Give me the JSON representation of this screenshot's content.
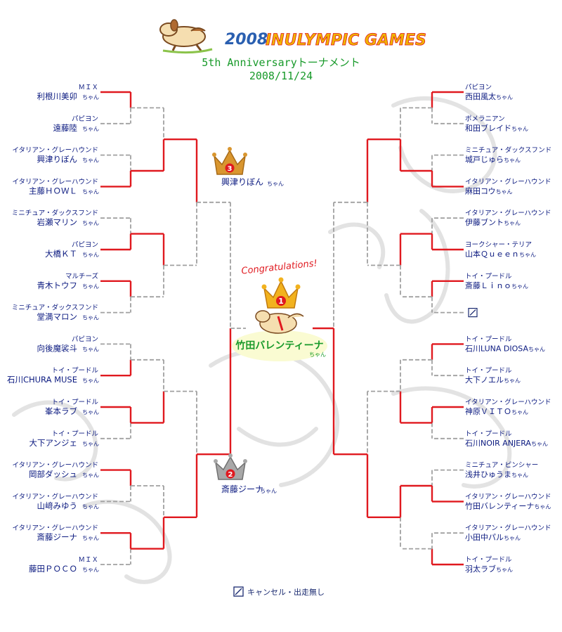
{
  "header": {
    "year": "2008",
    "games_title": "INULYMPIC GAMES",
    "subtitle": "5th Anniversaryトーナメント",
    "date": "2008/11/24"
  },
  "colors": {
    "winner_line": "#e0191f",
    "loser_line": "#a0a0a0",
    "name_text": "#0b1a80",
    "title_green": "#189a2a",
    "logo_blue": "#2a5fb0",
    "logo_yellow": "#f0b400",
    "logo_red": "#e0191f",
    "congrats_red": "#e0191f",
    "gold_crown": "#e6a020",
    "bronze_crown": "#c98a3a",
    "silver_crown": "#9a9a9a"
  },
  "left_entrants": [
    {
      "breed": "ＭＩＸ",
      "name": "利根川美卯",
      "suffix": "ちゃん"
    },
    {
      "breed": "パピヨン",
      "name": "遠藤陸",
      "suffix": "ちゃん"
    },
    {
      "breed": "イタリアン・グレーハウンド",
      "name": "興津りぼん",
      "suffix": "ちゃん"
    },
    {
      "breed": "イタリアン・グレーハウンド",
      "name": "主藤ＨＯＷＬ",
      "suffix": "ちゃん"
    },
    {
      "breed": "ミニチュア・ダックスフンド",
      "name": "岩瀬マリン",
      "suffix": "ちゃん"
    },
    {
      "breed": "パピヨン",
      "name": "大橋ＫＴ",
      "suffix": "ちゃん"
    },
    {
      "breed": "マルチーズ",
      "name": "青木トウフ",
      "suffix": "ちゃん"
    },
    {
      "breed": "ミニチュア・ダックスフンド",
      "name": "堂満マロン",
      "suffix": "ちゃん"
    },
    {
      "breed": "パピヨン",
      "name": "向後魔裟斗",
      "suffix": "ちゃん"
    },
    {
      "breed": "トイ・プードル",
      "name": "石川CHURA MUSE",
      "suffix": "ちゃん"
    },
    {
      "breed": "トイ・プードル",
      "name": "峯本ラブ",
      "suffix": "ちゃん"
    },
    {
      "breed": "トイ・プードル",
      "name": "大下アンジェ",
      "suffix": "ちゃん"
    },
    {
      "breed": "イタリアン・グレーハウンド",
      "name": "岡部ダッシュ",
      "suffix": "ちゃん"
    },
    {
      "breed": "イタリアン・グレーハウンド",
      "name": "山﨑みゆう",
      "suffix": "ちゃん"
    },
    {
      "breed": "イタリアン・グレーハウンド",
      "name": "斎藤ジーナ",
      "suffix": "ちゃん"
    },
    {
      "breed": "ＭＩＸ",
      "name": "藤田ＰＯＣＯ",
      "suffix": "ちゃん"
    }
  ],
  "right_entrants": [
    {
      "breed": "パピヨン",
      "name": "西田風太",
      "suffix": "ちゃん"
    },
    {
      "breed": "ポメラニアン",
      "name": "和田ブレイド",
      "suffix": "ちゃん"
    },
    {
      "breed": "ミニチュア・ダックスフンド",
      "name": "城戸じゅら",
      "suffix": "ちゃん"
    },
    {
      "breed": "イタリアン・グレーハウンド",
      "name": "麻田コウ",
      "suffix": "ちゃん"
    },
    {
      "breed": "イタリアン・グレーハウンド",
      "name": "伊藤ブント",
      "suffix": "ちゃん"
    },
    {
      "breed": "ヨークシャー・テリア",
      "name": "山本Ｑｕｅｅｎ",
      "suffix": "ちゃん"
    },
    {
      "breed": "トイ・プードル",
      "name": "斎藤Ｌｉｎｏ",
      "suffix": "ちゃん"
    },
    {
      "breed": "",
      "name": "",
      "suffix": "",
      "cancelled": true
    },
    {
      "breed": "トイ・プードル",
      "name": "石川LUNA DIOSA",
      "suffix": "ちゃん"
    },
    {
      "breed": "トイ・プードル",
      "name": "大下ノエル",
      "suffix": "ちゃん"
    },
    {
      "breed": "イタリアン・グレーハウンド",
      "name": "神原ＶＩＴＯ",
      "suffix": "ちゃん"
    },
    {
      "breed": "トイ・プードル",
      "name": "石川NOIR ANJERA",
      "suffix": "ちゃん"
    },
    {
      "breed": "ミニチュア・ピンシャー",
      "name": "浅井ひゅうま",
      "suffix": "ちゃん"
    },
    {
      "breed": "イタリアン・グレーハウンド",
      "name": "竹田バレンティーナ",
      "suffix": "ちゃん"
    },
    {
      "breed": "イタリアン・グレーハウンド",
      "name": "小田中パル",
      "suffix": "ちゃん"
    },
    {
      "breed": "トイ・プードル",
      "name": "羽太ラブ",
      "suffix": "ちゃん"
    }
  ],
  "left_results": {
    "r1": [
      0,
      1,
      1,
      0,
      1,
      0,
      0,
      0
    ],
    "r2": [
      1,
      0,
      1,
      1
    ],
    "r3": [
      0,
      1
    ],
    "r4": 1
  },
  "right_results": {
    "r1": [
      0,
      1,
      1,
      0,
      0,
      0,
      1,
      1
    ],
    "r2": [
      1,
      0,
      1,
      0
    ],
    "r3": [
      0,
      1
    ],
    "r4": 1
  },
  "final": {
    "winner_side": "right"
  },
  "champion": {
    "rank": "1",
    "congrats": "Congratulations!",
    "name": "竹田バレンティーナ",
    "suffix": "ちゃん"
  },
  "second": {
    "rank": "2",
    "name": "斎藤ジーナ",
    "suffix": "ちゃん"
  },
  "third": {
    "rank": "3",
    "name": "興津りぼん",
    "suffix": "ちゃん"
  },
  "legend": {
    "label": "キャンセル・出走無し"
  }
}
